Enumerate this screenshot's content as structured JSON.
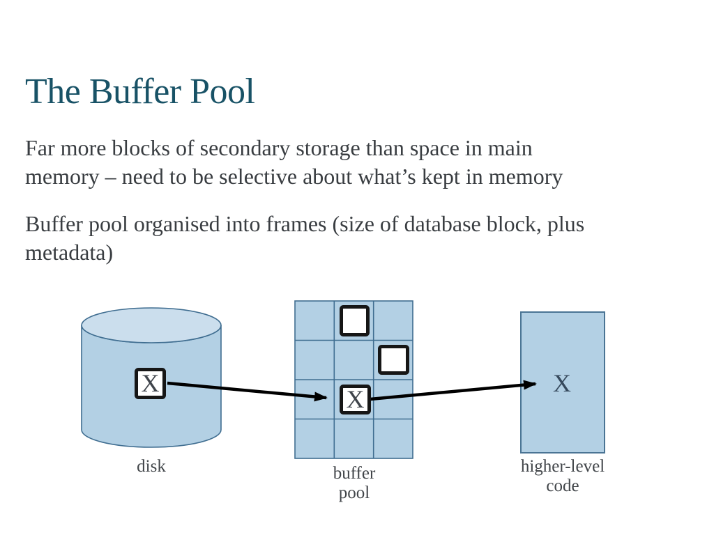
{
  "slide": {
    "title": "The Buffer Pool",
    "body": [
      {
        "lines": [
          "Far more blocks of secondary storage than space in main",
          "memory – need to be selective about what’s kept in memory"
        ]
      },
      {
        "lines": [
          "Buffer pool organised into frames (size of database block, plus",
          "metadata)"
        ]
      }
    ]
  },
  "diagram": {
    "disk": {
      "label": "disk",
      "block_mark": "X"
    },
    "buffer_pool": {
      "label": [
        "buffer",
        "pool"
      ],
      "block_mark": "X",
      "grid_rows": 4,
      "grid_cols": 3,
      "free_frame_count": 2
    },
    "higher_level_code": {
      "label": [
        "higher-level",
        "code"
      ],
      "block_mark": "X"
    },
    "colors": {
      "title_text": "#185266",
      "body_text": "#393d41",
      "label_text": "#414549",
      "shape_fill": "#b3d0e4",
      "cylinder_top_fill": "#cbdeed",
      "shape_stroke": "#3f6d90",
      "block_border": "#161616",
      "block_fill": "#ffffff",
      "code_mark_text": "#36495c",
      "arrow": "#000000"
    }
  }
}
